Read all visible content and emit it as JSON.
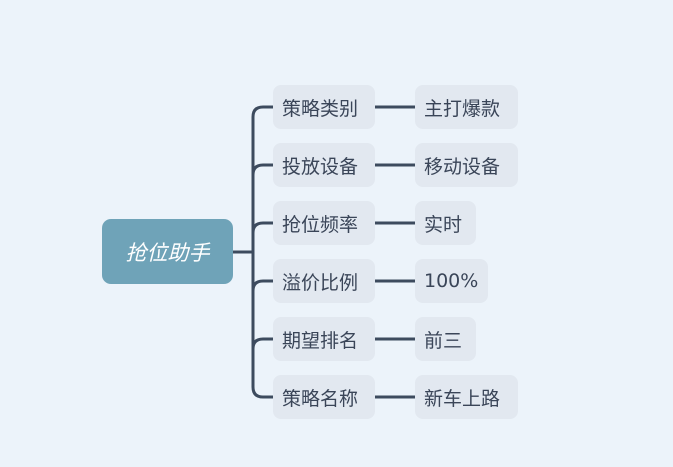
{
  "root": {
    "label": "抢位助手"
  },
  "branches": [
    {
      "label": "策略类别",
      "value": "主打爆款"
    },
    {
      "label": "投放设备",
      "value": "移动设备"
    },
    {
      "label": "抢位频率",
      "value": "实时"
    },
    {
      "label": "溢价比例",
      "value": "100%"
    },
    {
      "label": "期望排名",
      "value": "前三"
    },
    {
      "label": "策略名称",
      "value": "新车上路"
    }
  ],
  "colors": {
    "background": "#ecf3fa",
    "root": "#6fa3b8",
    "node": "#e2e8f0",
    "line": "#3d4b5e"
  }
}
